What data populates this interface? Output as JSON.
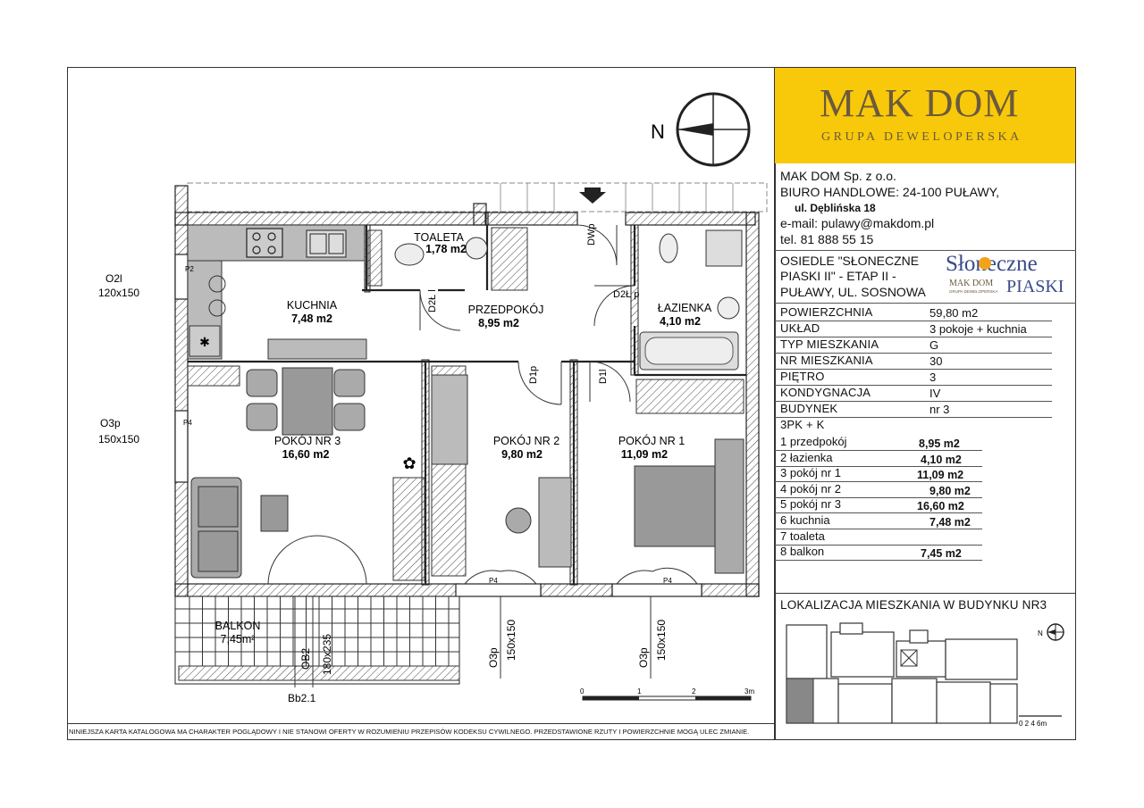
{
  "company": {
    "logo_text": "MAK DOM",
    "logo_sub": "GRUPA DEWELOPERSKA",
    "name": "MAK DOM Sp. z o.o.",
    "office": "BIURO HANDLOWE: 24-100 PUŁAWY,",
    "street": "ul. Dęblińska 18",
    "email": "e-mail: pulawy@makdom.pl",
    "phone": "tel. 81 888 55 15",
    "brand_color": "#f7c90a"
  },
  "estate": {
    "line1": "OSIEDLE \"SŁONECZNE",
    "line2": "PIASKI II\" - ETAP II -",
    "line3": "PUŁAWY, UL. SOSNOWA",
    "logo_top": "Słoneczne",
    "logo_mid": "MAK DOM",
    "logo_mid_sub": "GRUPA DEWELOPERSKA",
    "logo_bottom": "PIASKI"
  },
  "specs": [
    {
      "label": "POWIERZCHNIA",
      "value": "59,80 m2"
    },
    {
      "label": "UKŁAD",
      "value": "3 pokoje + kuchnia"
    },
    {
      "label": "TYP MIESZKANIA",
      "value": "G"
    },
    {
      "label": "NR MIESZKANIA",
      "value": "30"
    },
    {
      "label": "PIĘTRO",
      "value": "3"
    },
    {
      "label": "KONDYGNACJA",
      "value": "IV"
    },
    {
      "label": "BUDYNEK",
      "value": "nr 3"
    }
  ],
  "rooms_title": "3PK + K",
  "rooms": [
    {
      "label": "1 przedpokój",
      "value": "8,95 m2"
    },
    {
      "label": "2 łazienka",
      "value": "4,10 m2"
    },
    {
      "label": "3 pokój nr 1",
      "value": "11,09 m2"
    },
    {
      "label": "4 pokój nr 2",
      "value": "9,80 m2"
    },
    {
      "label": "5 pokój nr 3",
      "value": "16,60 m2"
    },
    {
      "label": "6 kuchnia",
      "value": "7,48 m2"
    },
    {
      "label": "7 toaleta",
      "value": ""
    },
    {
      "label": "8 balkon",
      "value": "7,45 m2"
    }
  ],
  "location_title": "LOKALIZACJA MIESZKANIA W BUDYNKU NR3",
  "location_compass": "N",
  "location_scale": "0  2  4  6m",
  "disclaimer": "NINIEJSZA KARTA KATALOGOWA MA CHARAKTER POGLĄDOWY I NIE STANOWI OFERTY W ROZUMIENIU PRZEPISÓW KODEKSU CYWILNEGO. PRZEDSTAWIONE RZUTY I POWIERZCHNIE MOGĄ ULEC ZMIANIE.",
  "plan": {
    "compass": "N",
    "rooms": {
      "toaleta": {
        "name": "TOALETA",
        "area": "1,78 m2"
      },
      "kuchnia": {
        "name": "KUCHNIA",
        "area": "7,48 m2"
      },
      "przedpokoj": {
        "name": "PRZEDPOKÓJ",
        "area": "8,95 m2"
      },
      "lazienka": {
        "name": "ŁAZIENKA",
        "area": "4,10 m2"
      },
      "pokoj3": {
        "name": "POKÓJ NR 3",
        "area": "16,60 m2"
      },
      "pokoj2": {
        "name": "POKÓJ NR 2",
        "area": "9,80 m2"
      },
      "pokoj1": {
        "name": "POKÓJ NR 1",
        "area": "11,09 m2"
      },
      "balkon": {
        "name": "BALKON",
        "area": "7,45m²"
      }
    },
    "windows": {
      "o2l": "O2l",
      "o2l_size": "120x150",
      "o3p": "O3p",
      "o3p_size": "150x150",
      "ob2": "OB2",
      "ob2_size": "180x235",
      "o3p_a": "O3p",
      "o3p_a_size": "150x150",
      "o3p_b": "O3p",
      "o3p_b_size": "150x150",
      "bb": "Bb2.1"
    },
    "doors": {
      "dwp": "DWp",
      "d2l_a": "D2Ł l",
      "d2l_b": "D2Ł p",
      "d1p": "D1p",
      "d1l": "D1l",
      "p2": "P2",
      "p4_a": "P4",
      "p4_b": "P4",
      "p4_c": "P4"
    },
    "scale": [
      "0",
      "1",
      "2",
      "3m"
    ]
  }
}
